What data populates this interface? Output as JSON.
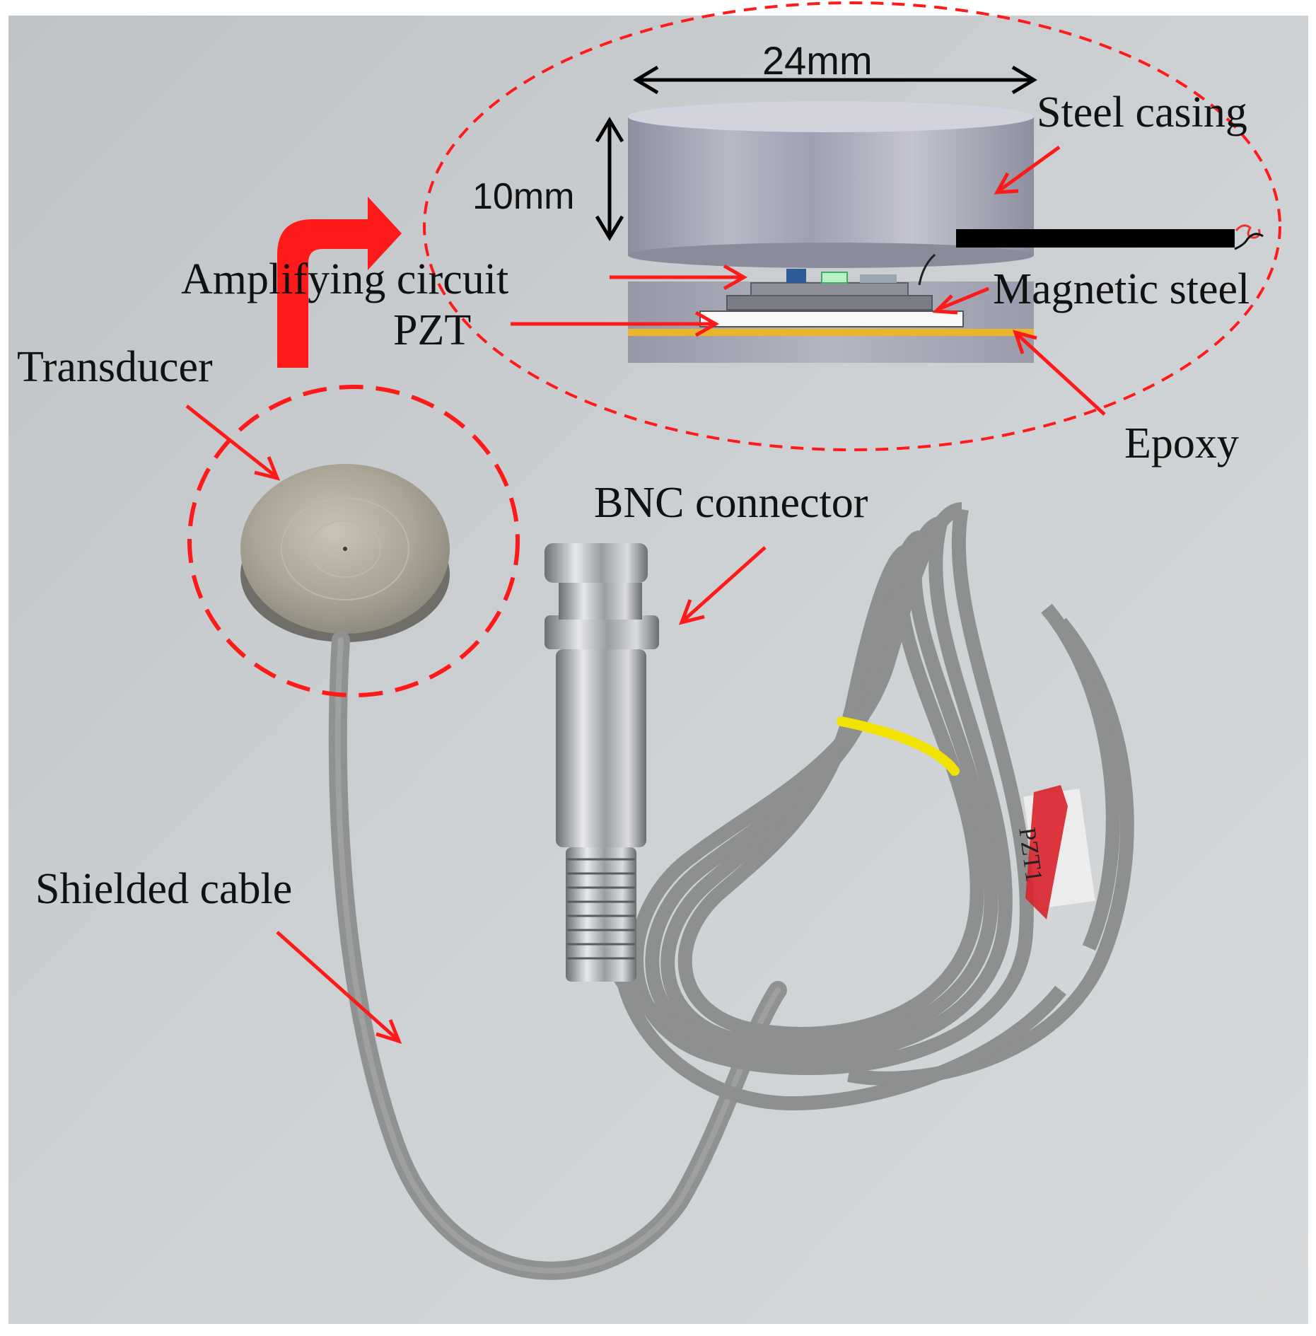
{
  "labels": {
    "width_dimension": "24mm",
    "height_dimension": "10mm",
    "steel_casing": "Steel casing",
    "amplifying_circuit": "Amplifying circuit",
    "magnetic_steel": "Magnetic steel",
    "pzt": "PZT",
    "epoxy": "Epoxy",
    "transducer": "Transducer",
    "bnc_connector": "BNC connector",
    "shielded_cable": "Shielded cable"
  },
  "cable_tag_text": "PZT1",
  "colors": {
    "annotation_red": "#ff1a1a",
    "background_grey": "#c9cdcf",
    "cable_grey": "#8f9290",
    "steel_casing": "#a9abba",
    "epoxy_layer": "#e8b628",
    "band_yellow": "#f2e200"
  }
}
